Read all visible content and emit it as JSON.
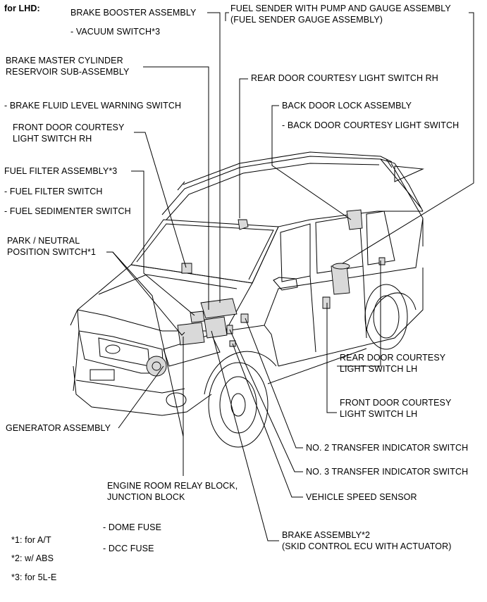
{
  "header": "for LHD:",
  "labels": {
    "brake_booster": "BRAKE BOOSTER ASSEMBLY",
    "vacuum_switch": "- VACUUM SWITCH*3",
    "master_cyl_1": "BRAKE MASTER CYLINDER",
    "master_cyl_2": "RESERVOIR SUB-ASSEMBLY",
    "fluid_level": "- BRAKE FLUID LEVEL WARNING SWITCH",
    "front_door_rh_1": "FRONT DOOR COURTESY",
    "front_door_rh_2": "LIGHT SWITCH RH",
    "fuel_filter": "FUEL FILTER ASSEMBLY*3",
    "fuel_filter_switch": "- FUEL FILTER SWITCH",
    "fuel_sedimenter": "- FUEL SEDIMENTER SWITCH",
    "park_neutral_1": "PARK / NEUTRAL",
    "park_neutral_2": "POSITION SWITCH*1",
    "generator": "GENERATOR ASSEMBLY",
    "relay_block_1": "ENGINE ROOM RELAY BLOCK,",
    "relay_block_2": "JUNCTION BLOCK",
    "dome_fuse": "- DOME FUSE",
    "dcc_fuse": "- DCC FUSE",
    "fuel_sender_1": "FUEL SENDER WITH PUMP AND GAUGE ASSEMBLY",
    "fuel_sender_2": "(FUEL SENDER GAUGE ASSEMBLY)",
    "rear_door_rh": "REAR DOOR COURTESY LIGHT SWITCH RH",
    "back_door_lock": "BACK DOOR LOCK ASSEMBLY",
    "back_door_courtesy": "- BACK DOOR COURTESY LIGHT SWITCH",
    "rear_door_lh_1": "REAR DOOR COURTESY",
    "rear_door_lh_2": "LIGHT SWITCH LH",
    "front_door_lh_1": "FRONT DOOR COURTESY",
    "front_door_lh_2": "LIGHT SWITCH LH",
    "no2_transfer": "NO. 2 TRANSFER INDICATOR SWITCH",
    "no3_transfer": "NO. 3 TRANSFER INDICATOR SWITCH",
    "speed_sensor": "VEHICLE SPEED SENSOR",
    "brake_assy_1": "BRAKE ASSEMBLY*2",
    "brake_assy_2": "(SKID CONTROL ECU WITH ACTUATOR)"
  },
  "notes": {
    "n1": "*1: for A/T",
    "n2": "*2: w/ ABS",
    "n3": "*3: for 5L-E"
  }
}
